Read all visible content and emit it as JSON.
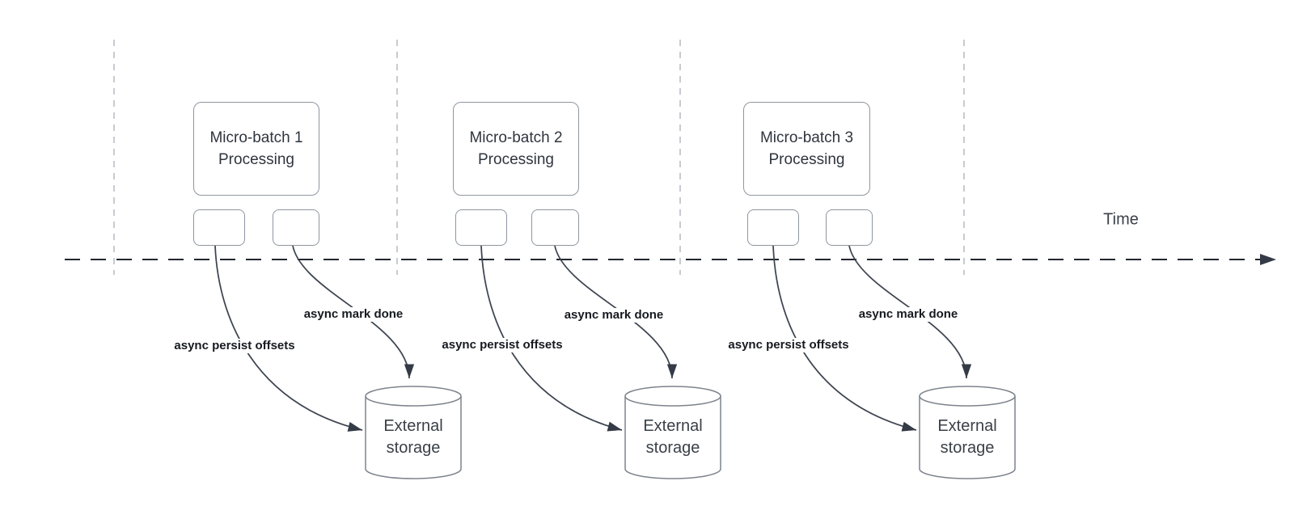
{
  "diagram": {
    "axis": {
      "label": "Time"
    },
    "groups": [
      {
        "box_line1": "Micro-batch 1",
        "box_line2": "Processing",
        "persist_label": "async persist offsets",
        "mark_label": "async mark done",
        "storage_line1": "External",
        "storage_line2": "storage"
      },
      {
        "box_line1": "Micro-batch 2",
        "box_line2": "Processing",
        "persist_label": "async persist offsets",
        "mark_label": "async mark done",
        "storage_line1": "External",
        "storage_line2": "storage"
      },
      {
        "box_line1": "Micro-batch 3",
        "box_line2": "Processing",
        "persist_label": "async persist offsets",
        "mark_label": "async mark done",
        "storage_line1": "External",
        "storage_line2": "storage"
      }
    ],
    "colors": {
      "curve": "#3d4450",
      "arrowhead": "#343b46",
      "time_axis": "#23272e",
      "guide_line": "#b6bac0",
      "box_border": "#8f96a0",
      "cylinder_border": "#7d838c",
      "box_text": "#2f353e",
      "label_text": "#161a20"
    }
  }
}
